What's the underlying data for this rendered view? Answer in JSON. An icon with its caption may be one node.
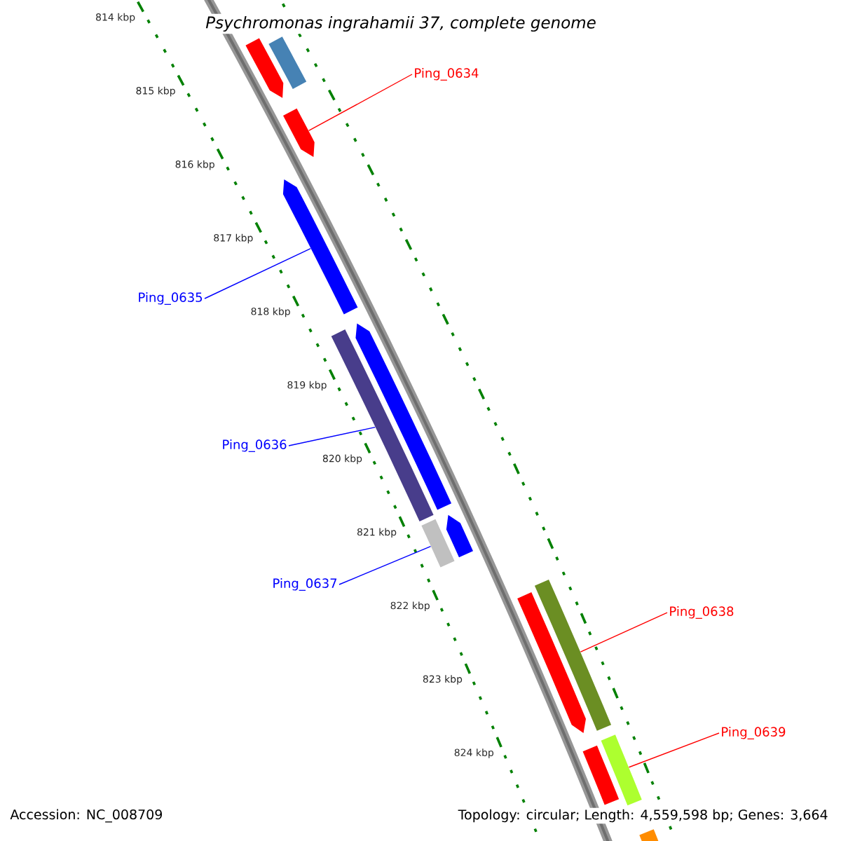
{
  "diagram": {
    "title": "Psychromonas ingrahamii 37, complete genome",
    "nodes": [
      {
        "text": [
          "Ping_0634"
        ]
      },
      {
        "text": [
          "Ping_0635"
        ]
      },
      {
        "text": [
          "Ping_0636"
        ]
      },
      {
        "text": [
          "Ping_0637"
        ]
      },
      {
        "text": [
          "Ping_0638"
        ]
      },
      {
        "text": [
          "Ping_0639"
        ]
      },
      {
        "text": [],
        "shape": "bar"
      },
      {
        "text": [],
        "shape": "bar"
      },
      {
        "text": [],
        "shape": "bar"
      },
      {
        "text": [],
        "shape": "bar"
      },
      {
        "text": [],
        "shape": "bar"
      },
      {
        "text": [],
        "shape": "bar"
      },
      {
        "text": [],
        "shape": "bar"
      },
      {
        "text": [],
        "shape": "bar"
      },
      {
        "text": [],
        "shape": "bar"
      },
      {
        "text": [],
        "shape": "bar"
      },
      {
        "text": [],
        "shape": "bar"
      },
      {
        "text": [],
        "shape": "bar"
      },
      {
        "text": [],
        "shape": "bar"
      }
    ],
    "edges": [
      {
        "from": 0,
        "to": 8,
        "arrow": "none",
        "color": "#ff0000"
      },
      {
        "from": 1,
        "to": 9,
        "arrow": "none",
        "color": "#0000ff"
      },
      {
        "from": 2,
        "to": 11,
        "arrow": "none",
        "color": "#0000ff"
      },
      {
        "from": 3,
        "to": 13,
        "arrow": "none",
        "color": "#0000ff"
      },
      {
        "from": 4,
        "to": 14,
        "arrow": "none",
        "color": "#ff0000"
      },
      {
        "from": 5,
        "to": 16,
        "arrow": "none",
        "color": "#ff0000"
      }
    ],
    "labels": [
      "814 kbp",
      "815 kbp",
      "816 kbp",
      "817 kbp",
      "818 kbp",
      "819 kbp",
      "820 kbp",
      "821 kbp",
      "822 kbp",
      "823 kbp",
      "824 kbp",
      "Accession: NC_008709",
      "Topology: circular; Length: 4,559,598 bp; Genes: 3,664"
    ]
  }
}
